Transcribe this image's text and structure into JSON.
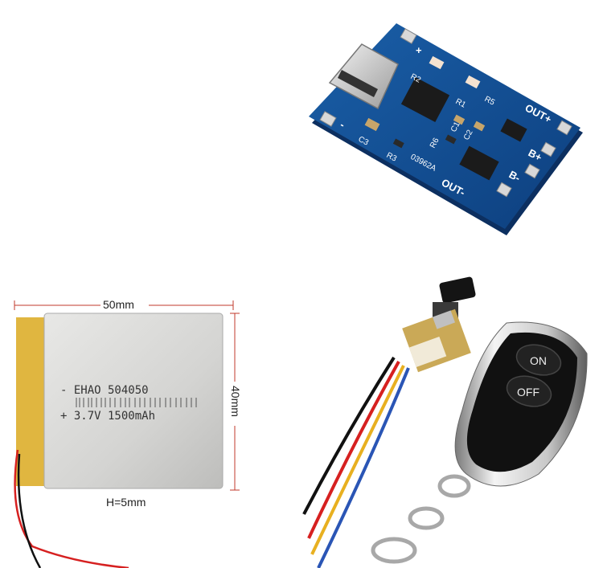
{
  "charger_board": {
    "labels": {
      "plus": "+",
      "minus": "-",
      "out_plus": "OUT+",
      "out_minus": "OUT-",
      "b_plus": "B+",
      "b_minus": "B-",
      "r2": "R2",
      "r1": "R1",
      "r5": "R5",
      "r3": "R3",
      "r6": "R6",
      "c1": "C1",
      "c2": "C2",
      "c3": "C3",
      "code": "03962A"
    }
  },
  "battery": {
    "width_label": "50mm",
    "height_label": "40mm",
    "thickness_label": "H=5mm",
    "print_line1": "- EHAO  504050",
    "print_line2": "+ 3.7V  1500mAh"
  },
  "remote": {
    "on_label": "ON",
    "off_label": "OFF"
  }
}
